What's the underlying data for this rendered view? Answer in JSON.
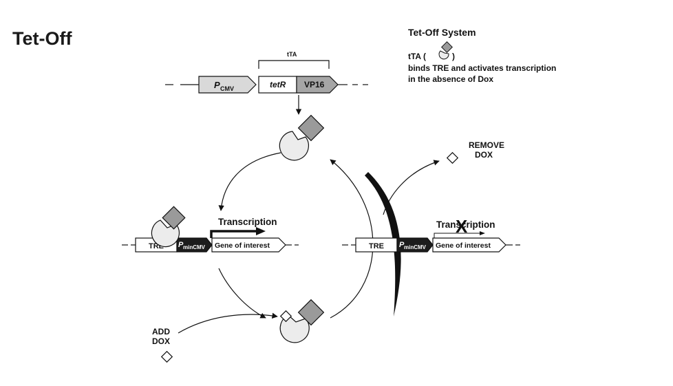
{
  "page": {
    "title": "Tet-Off"
  },
  "legend": {
    "title": "Tet-Off System",
    "line1_prefix": "tTA (",
    "line1_suffix": ")",
    "line2": "binds TRE and activates transcription",
    "line3": "in the absence of Dox"
  },
  "construct": {
    "bracket_label": "tTA",
    "promoter_main": "P",
    "promoter_sub": "CMV",
    "tetR_label": "tetR",
    "vp16_label": "VP16"
  },
  "left_cassette": {
    "tre_label": "TRE",
    "promoter_main": "P",
    "promoter_sub": "minCMV",
    "gene_label": "Gene of interest",
    "transcription_label": "Transcription"
  },
  "right_cassette": {
    "tre_label": "TRE",
    "promoter_main": "P",
    "promoter_sub": "minCMV",
    "gene_label": "Gene of interest",
    "transcription_label": "Transcription",
    "blocked_mark": "X"
  },
  "actions": {
    "add_line1": "ADD",
    "add_line2": "DOX",
    "remove_line1": "REMOVE",
    "remove_line2": "DOX"
  },
  "colors": {
    "promoter_fill": "#d9d9d9",
    "vp16_fill": "#a6a6a6",
    "protein_body_fill": "#ececec",
    "protein_head_fill": "#9a9a9a",
    "minimal_promoter_fill": "#1c1c1c",
    "line": "#111111"
  }
}
